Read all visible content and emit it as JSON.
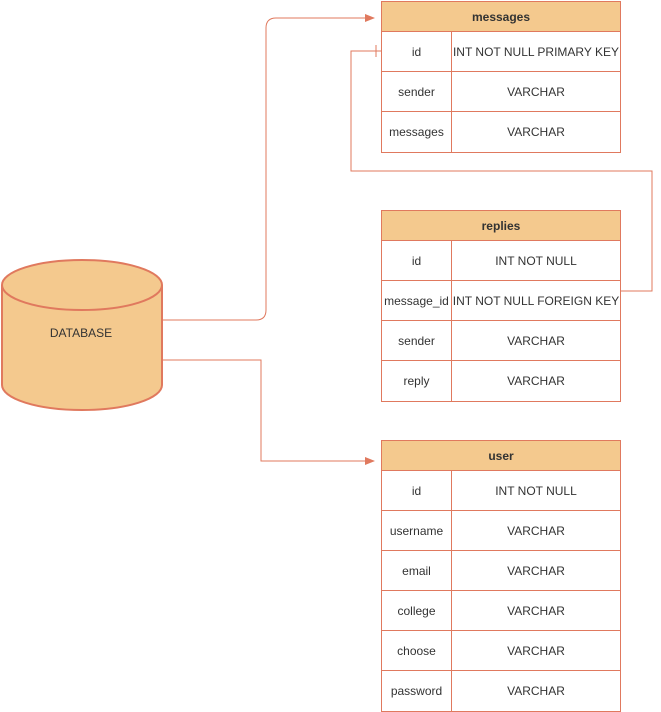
{
  "colors": {
    "stroke": "#e0795e",
    "header_fill": "#f4c98e",
    "cylinder_fill": "#f4c98e",
    "text": "#333333"
  },
  "database": {
    "label": "DATABASE"
  },
  "tables": {
    "messages": {
      "title": "messages",
      "rows": [
        {
          "name": "id",
          "type": "INT NOT NULL PRIMARY KEY"
        },
        {
          "name": "sender",
          "type": "VARCHAR"
        },
        {
          "name": "messages",
          "type": "VARCHAR"
        }
      ]
    },
    "replies": {
      "title": "replies",
      "rows": [
        {
          "name": "id",
          "type": "INT NOT NULL"
        },
        {
          "name": "message_id",
          "type": "INT NOT NULL FOREIGN KEY"
        },
        {
          "name": "sender",
          "type": "VARCHAR"
        },
        {
          "name": "reply",
          "type": "VARCHAR"
        }
      ]
    },
    "user": {
      "title": "user",
      "rows": [
        {
          "name": "id",
          "type": "INT NOT NULL"
        },
        {
          "name": "username",
          "type": "VARCHAR"
        },
        {
          "name": "email",
          "type": "VARCHAR"
        },
        {
          "name": "college",
          "type": "VARCHAR"
        },
        {
          "name": "choose",
          "type": "VARCHAR"
        },
        {
          "name": "password",
          "type": "VARCHAR"
        }
      ]
    }
  }
}
